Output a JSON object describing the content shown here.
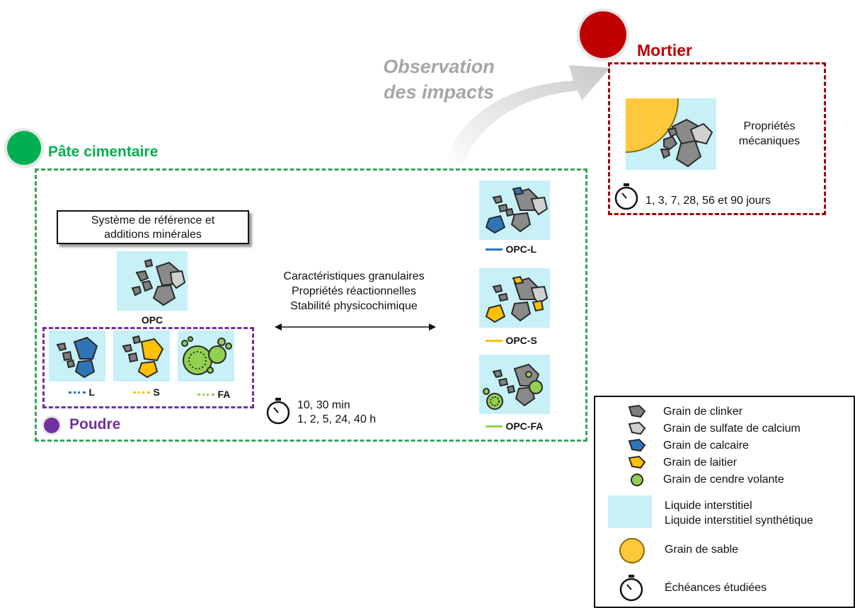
{
  "arrow_label": {
    "line1": "Observation",
    "line2": "des impacts"
  },
  "mortier": {
    "title": "Mortier",
    "color": "#c00000",
    "property": {
      "line1": "Propriétés",
      "line2": "mécaniques"
    },
    "timepoints": "1, 3, 7, 28, 56 et 90 jours"
  },
  "pate": {
    "title": "Pâte cimentaire",
    "color": "#00b050",
    "reference_box": {
      "line1": "Système de référence et",
      "line2": "additions minérales"
    },
    "opc_label": "OPC",
    "center_text": [
      "Caractéristiques granulaires",
      "Propriétés réactionnelles",
      "Stabilité physicochimique"
    ],
    "timepoints": {
      "line1": "10, 30 min",
      "line2": "1, 2, 5, 24, 40 h"
    },
    "mixes": [
      {
        "label": "OPC-L",
        "line_color": "#2e75b6"
      },
      {
        "label": "OPC-S",
        "line_color": "#ffc000"
      },
      {
        "label": "OPC-FA",
        "line_color": "#92d050"
      }
    ]
  },
  "poudre": {
    "title": "Poudre",
    "color": "#7030a0",
    "items": [
      {
        "label": "L",
        "dot_color": "#2e75b6"
      },
      {
        "label": "S",
        "dot_color": "#ffc000"
      },
      {
        "label": "FA",
        "dot_color": "#92d050"
      }
    ]
  },
  "legend": {
    "items": [
      {
        "icon": "clinker-grain-icon",
        "label": "Grain de clinker"
      },
      {
        "icon": "calcium-sulfate-grain-icon",
        "label": "Grain de sulfate de calcium"
      },
      {
        "icon": "limestone-grain-icon",
        "label": "Grain de calcaire"
      },
      {
        "icon": "slag-grain-icon",
        "label": "Grain de laitier"
      },
      {
        "icon": "fly-ash-grain-icon",
        "label": "Grain de cendre volante"
      }
    ],
    "liquid": {
      "line1": "Liquide interstitiel",
      "line2": "Liquide interstitiel synthétique"
    },
    "sand": "Grain de sable",
    "timer": "Échéances étudiées"
  },
  "colors": {
    "liquid": "#c7f0f7",
    "clinker": "#7f7f7f",
    "sulfate": "#d0d0d0",
    "limestone": "#2e75b6",
    "slag": "#ffc000",
    "fly_ash": "#92d050",
    "sand": "#ffc83d"
  }
}
